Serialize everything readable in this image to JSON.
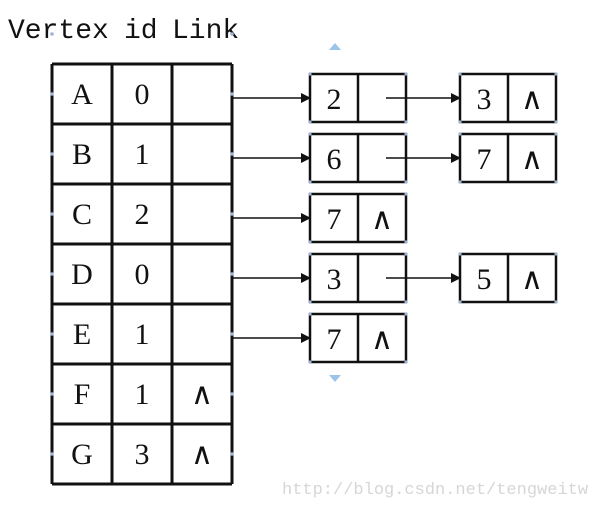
{
  "header": {
    "col_vertex": "Vertex",
    "col_id": "id",
    "col_link": "Link"
  },
  "vertices": [
    {
      "vertex": "A",
      "id": "0",
      "link_null": false
    },
    {
      "vertex": "B",
      "id": "1",
      "link_null": false
    },
    {
      "vertex": "C",
      "id": "2",
      "link_null": false
    },
    {
      "vertex": "D",
      "id": "0",
      "link_null": false
    },
    {
      "vertex": "E",
      "id": "1",
      "link_null": false
    },
    {
      "vertex": "F",
      "id": "1",
      "link_null": true
    },
    {
      "vertex": "G",
      "id": "3",
      "link_null": true
    }
  ],
  "adjacency": [
    {
      "from": "A",
      "nodes": [
        "2",
        "3"
      ]
    },
    {
      "from": "B",
      "nodes": [
        "6",
        "7"
      ]
    },
    {
      "from": "C",
      "nodes": [
        "7"
      ]
    },
    {
      "from": "D",
      "nodes": [
        "3",
        "5"
      ]
    },
    {
      "from": "E",
      "nodes": [
        "7"
      ]
    }
  ],
  "null_symbol": "∧",
  "watermark": "http://blog.csdn.net/tengweitw",
  "colors": {
    "stroke": "#111111",
    "handle": "#9db4d6",
    "watermark": "#d6d6d6",
    "caret": "#9cc3ea"
  }
}
